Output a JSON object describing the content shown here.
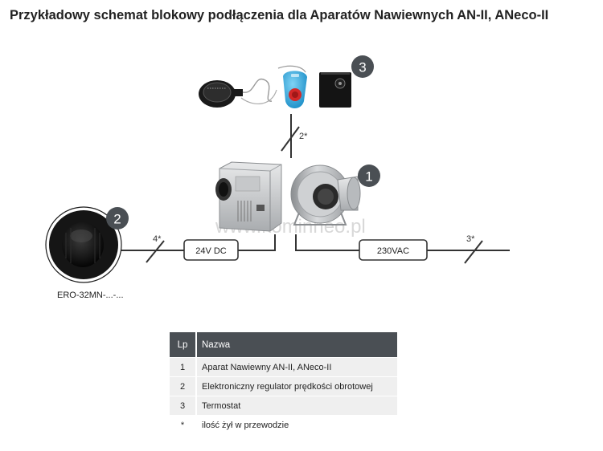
{
  "title": "Przykładowy schemat blokowy podłączenia dla Aparatów Nawiewnych AN-II, ANeco-II",
  "watermark": "www.kominneo.pl",
  "badges": {
    "b1": "1",
    "b2": "2",
    "b3": "3"
  },
  "labels": {
    "wires_top": "2*",
    "wires_left": "4*",
    "wires_right": "3*",
    "box_left": "24V DC",
    "box_right": "230VAC",
    "regulator_caption": "ERO-32MN-...-..."
  },
  "legend": {
    "header": {
      "lp": "Lp",
      "name": "Nazwa"
    },
    "rows": [
      {
        "lp": "1",
        "name": "Aparat Nawiewny AN-II, ANeco-II"
      },
      {
        "lp": "2",
        "name": "Elektroniczny regulator prędkości obrotowej"
      },
      {
        "lp": "3",
        "name": "Termostat"
      },
      {
        "lp": "*",
        "name": "ilość żył w przewodzie"
      }
    ]
  },
  "colors": {
    "badge": "#4a4f54",
    "line": "#333333",
    "table_header": "#4a4f54",
    "row_shade": "#efefef"
  }
}
